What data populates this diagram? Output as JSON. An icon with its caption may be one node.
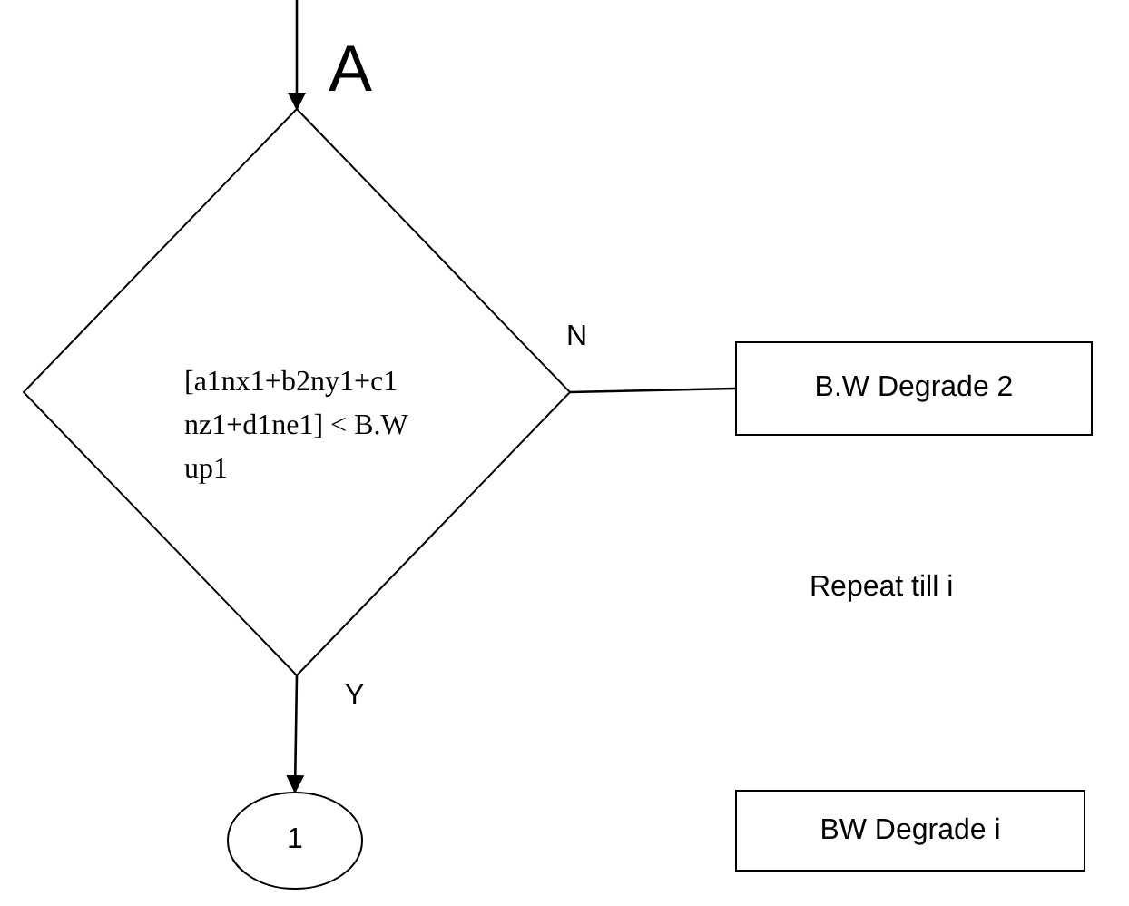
{
  "diagram": {
    "nodes": [
      {
        "text": [
          "[a1nx1+b2ny1+c1nz1+d1ne1] < B.W up1"
        ]
      },
      {
        "text": [
          "B.W Degrade 2"
        ]
      },
      {
        "text": [
          "BW Degrade i"
        ]
      },
      {
        "text": [
          "1"
        ]
      }
    ],
    "edges": [
      {
        "from": null,
        "to": 0,
        "arrow": "to"
      },
      {
        "from": 0,
        "to": 1,
        "arrow": "none",
        "label": "N"
      },
      {
        "from": 0,
        "to": 3,
        "arrow": "to",
        "label": "Y"
      }
    ],
    "labels": [
      "A",
      "Repeat till i"
    ]
  }
}
